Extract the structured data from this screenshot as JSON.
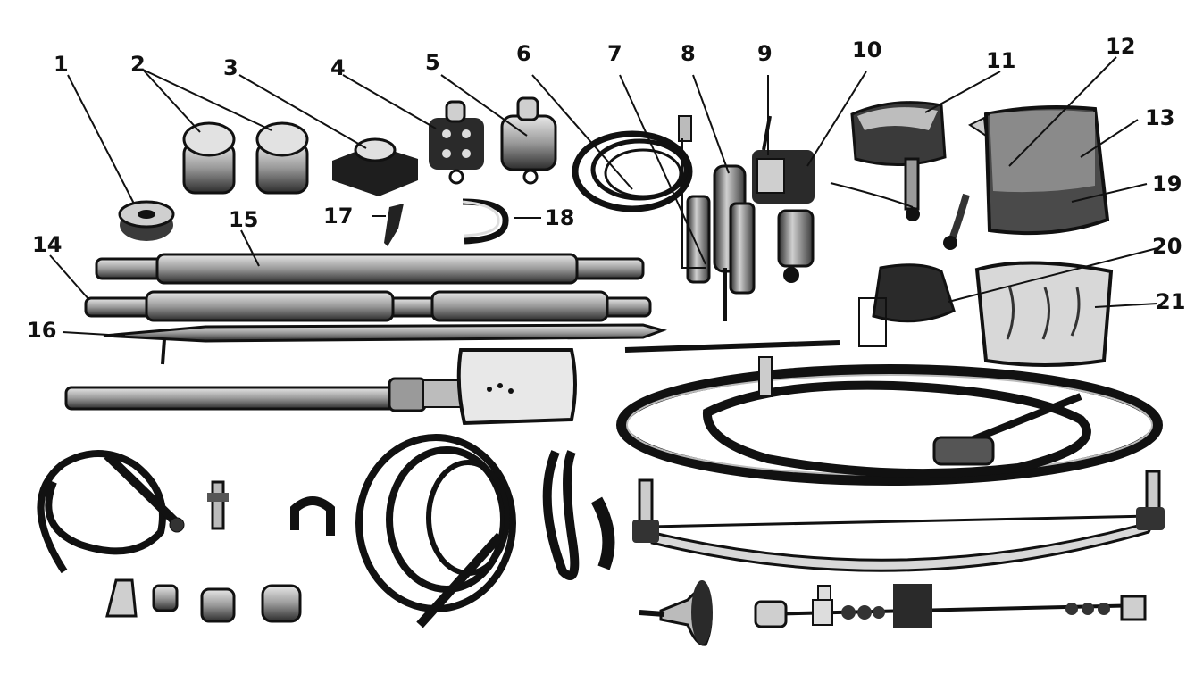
{
  "figure": {
    "labels": [
      "1",
      "2",
      "3",
      "4",
      "5",
      "6",
      "7",
      "8",
      "9",
      "10",
      "11",
      "12",
      "13",
      "14",
      "15",
      "16",
      "17",
      "18",
      "19",
      "20",
      "21"
    ],
    "ink_color": "#111111",
    "paper_color": "#ffffff",
    "fill_color": "#2a2a2a"
  }
}
